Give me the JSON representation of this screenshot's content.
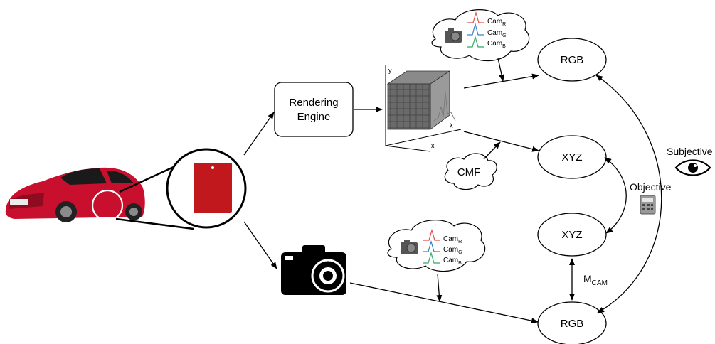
{
  "nodes": {
    "rendering_engine": [
      "Rendering",
      "Engine"
    ],
    "rgb_top": "RGB",
    "xyz_top": "XYZ",
    "xyz_bottom": "XYZ",
    "rgb_bottom": "RGB",
    "cmf": "CMF"
  },
  "labels": {
    "subjective": "Subjective",
    "objective": "Objective",
    "mcam_main": "M",
    "mcam_sub": "CAM"
  },
  "cloud_top": {
    "lines": [
      {
        "main": "Cam",
        "sub": "R"
      },
      {
        "main": "Cam",
        "sub": "G"
      },
      {
        "main": "Cam",
        "sub": "B"
      }
    ]
  },
  "cloud_bottom": {
    "lines": [
      {
        "main": "Cam",
        "sub": "R"
      },
      {
        "main": "Cam",
        "sub": "G"
      },
      {
        "main": "Cam",
        "sub": "B"
      }
    ]
  },
  "cube_axes": {
    "y": "y",
    "x": "x",
    "lambda": "λ"
  },
  "colors": {
    "car_red": "#c8102e",
    "sample_red": "#c0181c",
    "curve_r": "#e0504a",
    "curve_g": "#3a7fd0",
    "curve_b": "#2fa86a"
  }
}
